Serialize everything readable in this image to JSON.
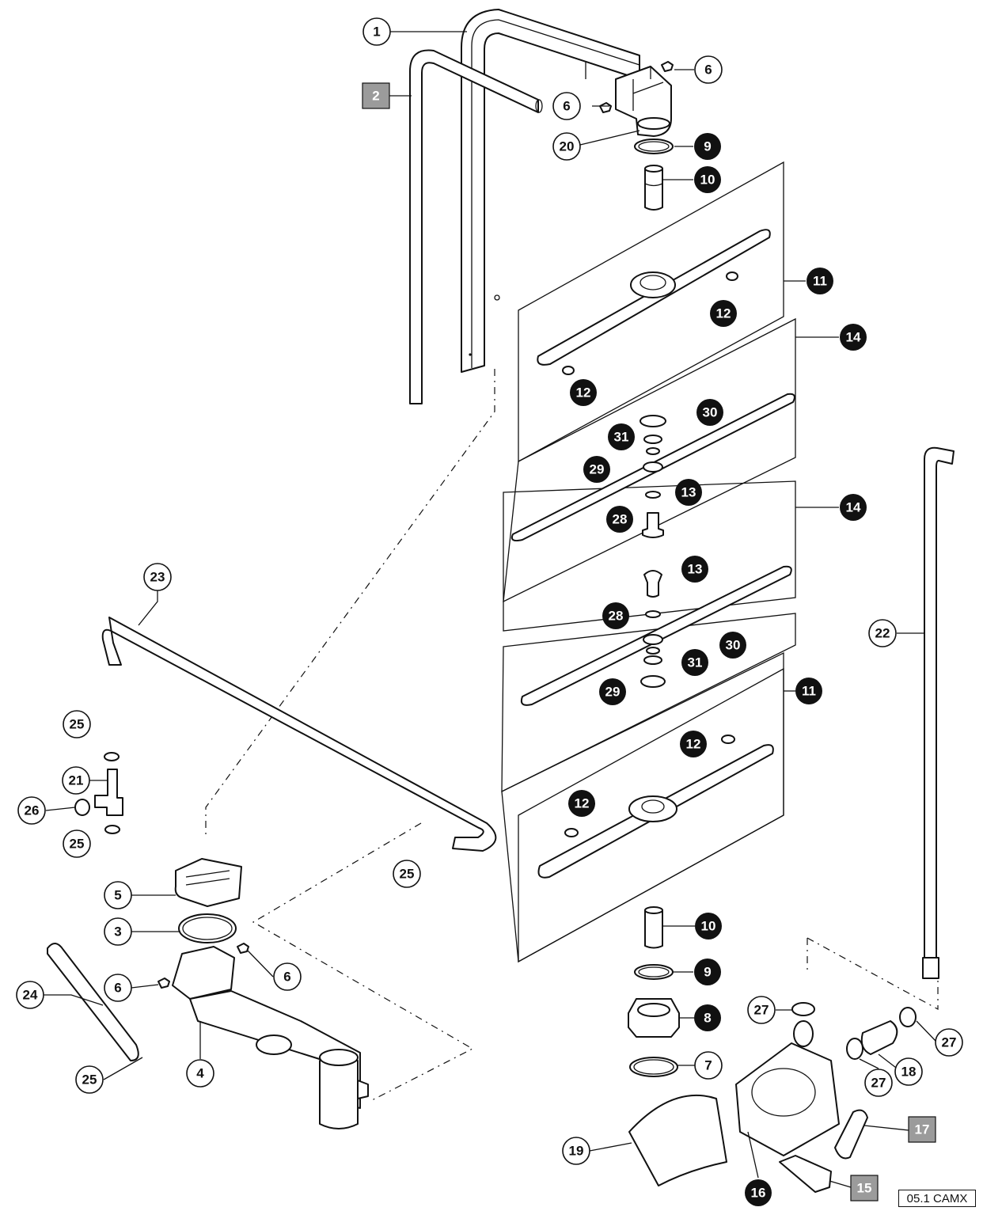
{
  "diagram": {
    "drawing_code": "05.1 CAMX",
    "callouts": [
      {
        "label": "1",
        "style": "circle-white"
      },
      {
        "label": "2",
        "style": "square-gray"
      },
      {
        "label": "6",
        "style": "circle-white"
      },
      {
        "label": "6",
        "style": "circle-white"
      },
      {
        "label": "20",
        "style": "circle-white"
      },
      {
        "label": "9",
        "style": "circle-black"
      },
      {
        "label": "10",
        "style": "circle-black"
      },
      {
        "label": "11",
        "style": "circle-black"
      },
      {
        "label": "12",
        "style": "circle-black"
      },
      {
        "label": "14",
        "style": "circle-black"
      },
      {
        "label": "12",
        "style": "circle-black"
      },
      {
        "label": "30",
        "style": "circle-black"
      },
      {
        "label": "31",
        "style": "circle-black"
      },
      {
        "label": "29",
        "style": "circle-black"
      },
      {
        "label": "13",
        "style": "circle-black"
      },
      {
        "label": "28",
        "style": "circle-black"
      },
      {
        "label": "14",
        "style": "circle-black"
      },
      {
        "label": "13",
        "style": "circle-black"
      },
      {
        "label": "22",
        "style": "circle-white"
      },
      {
        "label": "23",
        "style": "circle-white"
      },
      {
        "label": "28",
        "style": "circle-black"
      },
      {
        "label": "30",
        "style": "circle-black"
      },
      {
        "label": "31",
        "style": "circle-black"
      },
      {
        "label": "29",
        "style": "circle-black"
      },
      {
        "label": "11",
        "style": "circle-black"
      },
      {
        "label": "25",
        "style": "circle-white"
      },
      {
        "label": "12",
        "style": "circle-black"
      },
      {
        "label": "21",
        "style": "circle-white"
      },
      {
        "label": "26",
        "style": "circle-white"
      },
      {
        "label": "12",
        "style": "circle-black"
      },
      {
        "label": "25",
        "style": "circle-white"
      },
      {
        "label": "25",
        "style": "circle-white"
      },
      {
        "label": "5",
        "style": "circle-white"
      },
      {
        "label": "3",
        "style": "circle-white"
      },
      {
        "label": "10",
        "style": "circle-black"
      },
      {
        "label": "6",
        "style": "circle-white"
      },
      {
        "label": "6",
        "style": "circle-white"
      },
      {
        "label": "9",
        "style": "circle-black"
      },
      {
        "label": "24",
        "style": "circle-white"
      },
      {
        "label": "27",
        "style": "circle-white"
      },
      {
        "label": "8",
        "style": "circle-black"
      },
      {
        "label": "27",
        "style": "circle-white"
      },
      {
        "label": "4",
        "style": "circle-white"
      },
      {
        "label": "25",
        "style": "circle-white"
      },
      {
        "label": "7",
        "style": "circle-white"
      },
      {
        "label": "18",
        "style": "circle-white"
      },
      {
        "label": "27",
        "style": "circle-white"
      },
      {
        "label": "17",
        "style": "square-gray"
      },
      {
        "label": "19",
        "style": "circle-white"
      },
      {
        "label": "16",
        "style": "circle-black"
      },
      {
        "label": "15",
        "style": "square-gray"
      }
    ]
  }
}
